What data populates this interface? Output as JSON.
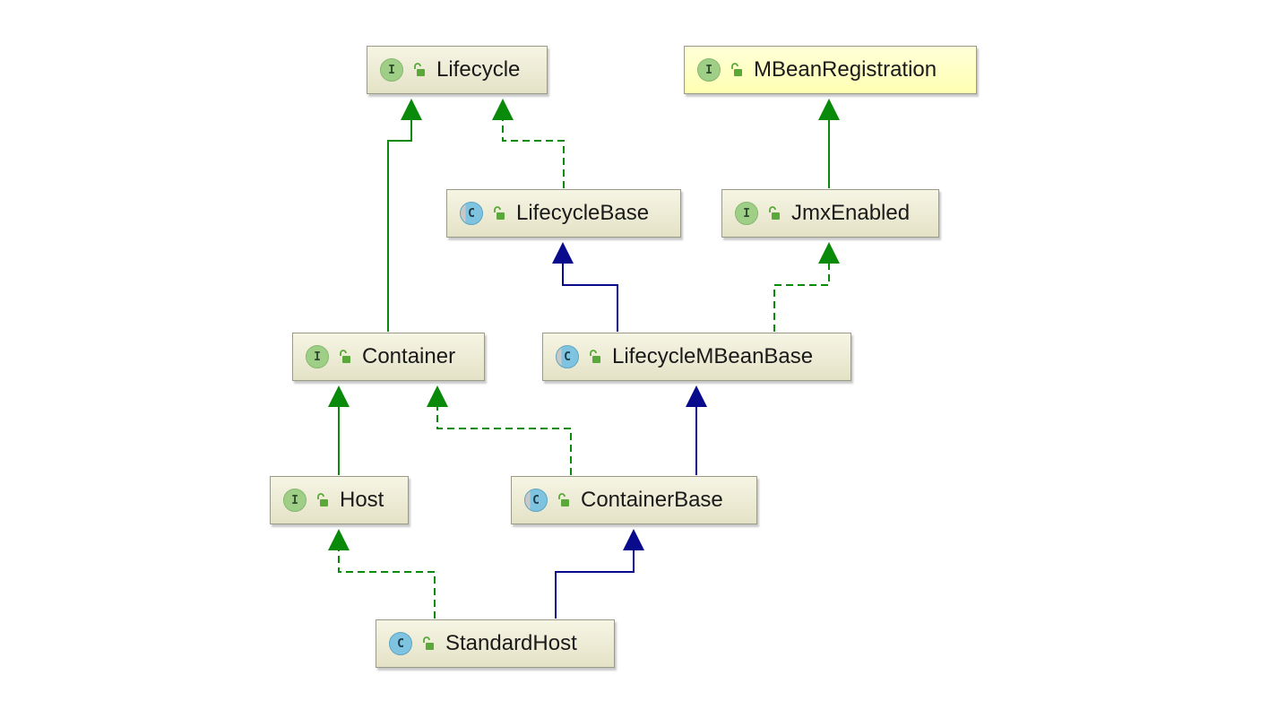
{
  "diagram": {
    "nodes": [
      {
        "id": "lifecycle",
        "label": "Lifecycle",
        "kind": "interface",
        "kind_letter": "I",
        "highlight": false
      },
      {
        "id": "mbean-registration",
        "label": "MBeanRegistration",
        "kind": "interface",
        "kind_letter": "I",
        "highlight": true
      },
      {
        "id": "lifecycle-base",
        "label": "LifecycleBase",
        "kind": "abstract-class",
        "kind_letter": "C",
        "highlight": false
      },
      {
        "id": "jmx-enabled",
        "label": "JmxEnabled",
        "kind": "interface",
        "kind_letter": "I",
        "highlight": false
      },
      {
        "id": "container",
        "label": "Container",
        "kind": "interface",
        "kind_letter": "I",
        "highlight": false
      },
      {
        "id": "lifecycle-mbean-base",
        "label": "LifecycleMBeanBase",
        "kind": "abstract-class",
        "kind_letter": "C",
        "highlight": false
      },
      {
        "id": "host",
        "label": "Host",
        "kind": "interface",
        "kind_letter": "I",
        "highlight": false
      },
      {
        "id": "container-base",
        "label": "ContainerBase",
        "kind": "abstract-class",
        "kind_letter": "C",
        "highlight": false
      },
      {
        "id": "standard-host",
        "label": "StandardHost",
        "kind": "class",
        "kind_letter": "C",
        "highlight": false
      }
    ],
    "edges": [
      {
        "from": "container",
        "to": "lifecycle",
        "relation": "extends"
      },
      {
        "from": "lifecycle-base",
        "to": "lifecycle",
        "relation": "implements"
      },
      {
        "from": "jmx-enabled",
        "to": "mbean-registration",
        "relation": "extends"
      },
      {
        "from": "lifecycle-mbean-base",
        "to": "lifecycle-base",
        "relation": "class-extends"
      },
      {
        "from": "lifecycle-mbean-base",
        "to": "jmx-enabled",
        "relation": "implements"
      },
      {
        "from": "host",
        "to": "container",
        "relation": "extends"
      },
      {
        "from": "container-base",
        "to": "container",
        "relation": "implements"
      },
      {
        "from": "container-base",
        "to": "lifecycle-mbean-base",
        "relation": "class-extends"
      },
      {
        "from": "standard-host",
        "to": "host",
        "relation": "implements"
      },
      {
        "from": "standard-host",
        "to": "container-base",
        "relation": "class-extends"
      }
    ],
    "colors": {
      "extends": "#0a8a0a",
      "implements": "#0a8a0a",
      "class-extends": "#0a0a8c"
    },
    "icons": {
      "visibility": "unlocked-public-icon"
    }
  }
}
